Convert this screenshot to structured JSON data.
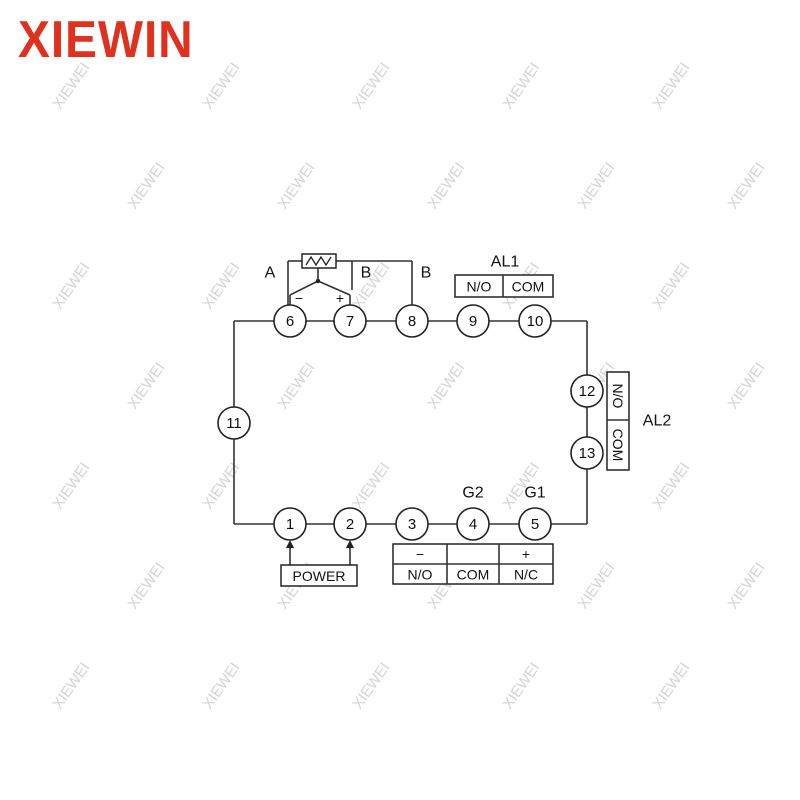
{
  "brand": {
    "logo_text": "XIEWIN",
    "logo_color": "#e0301e",
    "watermark": "XIEWEI"
  },
  "terminals": [
    {
      "id": "t1",
      "label": "1"
    },
    {
      "id": "t2",
      "label": "2"
    },
    {
      "id": "t3",
      "label": "3"
    },
    {
      "id": "t4",
      "label": "4"
    },
    {
      "id": "t5",
      "label": "5"
    },
    {
      "id": "t6",
      "label": "6"
    },
    {
      "id": "t7",
      "label": "7"
    },
    {
      "id": "t8",
      "label": "8"
    },
    {
      "id": "t9",
      "label": "9"
    },
    {
      "id": "t10",
      "label": "10"
    },
    {
      "id": "t11",
      "label": "11"
    },
    {
      "id": "t12",
      "label": "12"
    },
    {
      "id": "t13",
      "label": "13"
    }
  ],
  "labels": {
    "rtd_a": "A",
    "rtd_b1": "B",
    "rtd_b2": "B",
    "tc_minus": "−",
    "tc_plus": "+",
    "al1": "AL1",
    "al1_no": "N/O",
    "al1_com": "COM",
    "al2": "AL2",
    "al2_no": "N/O",
    "al2_com": "COM",
    "g1": "G1",
    "g2": "G2",
    "out_minus": "−",
    "out_plus": "+",
    "out_no": "N/O",
    "out_com": "COM",
    "out_nc": "N/C",
    "power": "POWER"
  }
}
